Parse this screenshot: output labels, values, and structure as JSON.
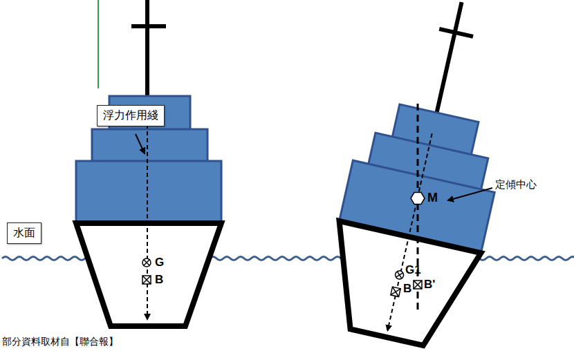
{
  "diagram": {
    "caption": "部分資料取材自【聯合報】",
    "nodes": [
      {
        "text": [
          "浮力作用綫"
        ]
      },
      {
        "text": [
          "水面"
        ]
      }
    ],
    "labels": [
      "G",
      "B",
      "G1",
      "B",
      "B'",
      "M",
      "定傾中心"
    ]
  }
}
